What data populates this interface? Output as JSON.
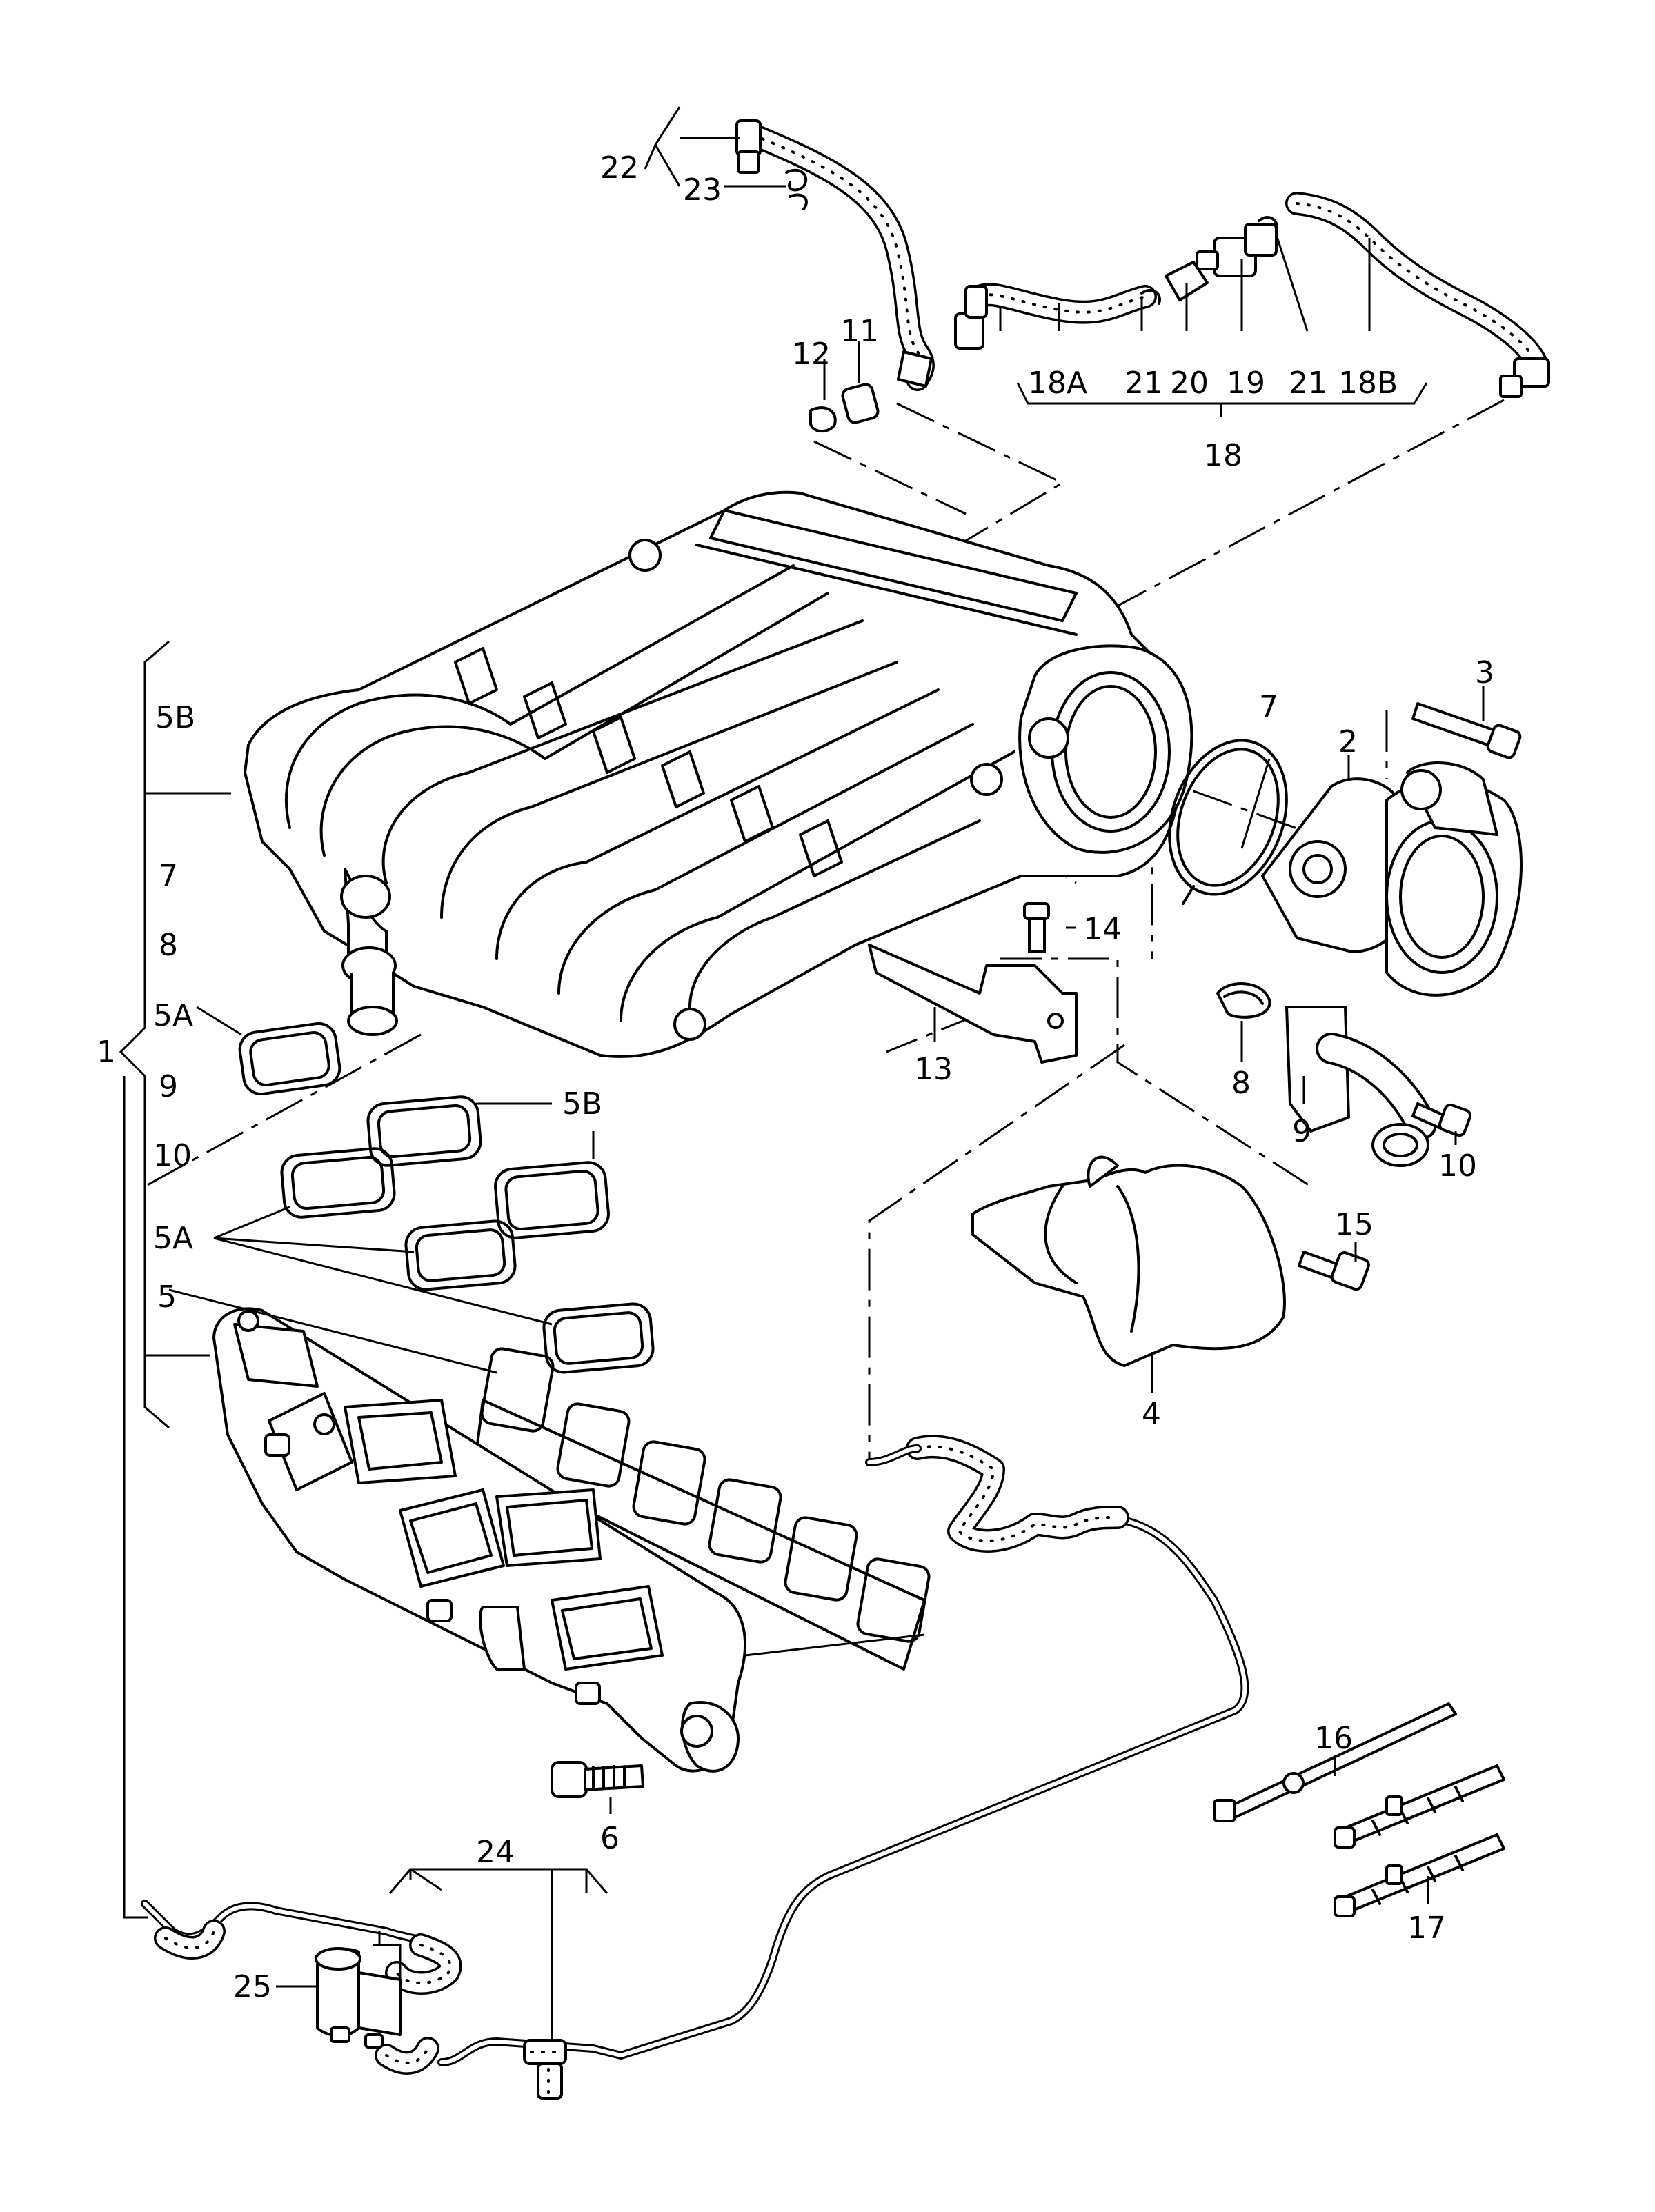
{
  "callouts": {
    "c1": "1",
    "c2": "2",
    "c3": "3",
    "c4": "4",
    "c5": "5",
    "c5A_list": "5A",
    "c5B_list": "5B",
    "c5A_gasket": "5A",
    "c5B_gasket": "5B",
    "c6": "6",
    "c7_list": "7",
    "c7": "7",
    "c8_list": "8",
    "c8": "8",
    "c9_list": "9",
    "c9": "9",
    "c10_list": "10",
    "c10": "10",
    "c11": "11",
    "c12": "12",
    "c13": "13",
    "c14": "14",
    "c15": "15",
    "c16": "16",
    "c17": "17",
    "c18": "18",
    "c18A": "18A",
    "c18B": "18B",
    "c19": "19",
    "c20": "20",
    "c21a": "21",
    "c21b": "21",
    "c22": "22",
    "c23": "23",
    "c24": "24",
    "c25": "25",
    "c5B_top": "5B"
  }
}
